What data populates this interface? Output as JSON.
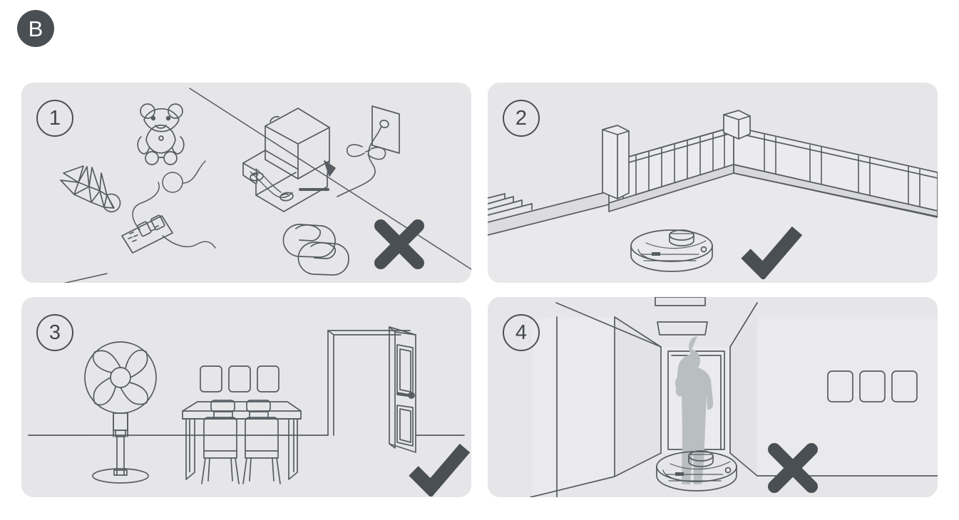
{
  "section": {
    "badge_label": "B",
    "badge_color": "#4a4f54"
  },
  "theme": {
    "page_background": "#ffffff",
    "panel_background": "#e6e6e8",
    "line_color": "#565c61",
    "mark_color": "#4a4f54",
    "silhouette_color": "#b9bec1",
    "shade_light": "#dcdcde",
    "shade_mid": "#d2d3d5"
  },
  "panels": [
    {
      "step": "1",
      "name": "clutter-near-dock",
      "verdict": "cross",
      "verdict_symbol": "✖",
      "scene": "dock-station-with-clutter",
      "objects": [
        "teddy-bear",
        "shuttlecock",
        "power-strip",
        "cables",
        "dock-station",
        "wall-outlet",
        "slippers"
      ]
    },
    {
      "step": "2",
      "name": "balcony-corner-clear-floor",
      "verdict": "check",
      "verdict_symbol": "✔",
      "scene": "balcony-railing-corner",
      "objects": [
        "balcony-railing",
        "railing-posts",
        "floor-edge",
        "robot-vacuum"
      ]
    },
    {
      "step": "3",
      "name": "open-room-open-door",
      "verdict": "check",
      "verdict_symbol": "✔",
      "scene": "dining-room-with-open-door",
      "objects": [
        "pedestal-fan",
        "dining-table",
        "chairs",
        "wall-frames",
        "open-door"
      ]
    },
    {
      "step": "4",
      "name": "narrow-hallway-blocked",
      "verdict": "cross",
      "verdict_symbol": "✖",
      "scene": "narrow-hallway-with-person",
      "objects": [
        "hallway-walls",
        "ceiling-lights",
        "doorway",
        "person-silhouette",
        "robot-vacuum",
        "wall-frames"
      ]
    }
  ]
}
